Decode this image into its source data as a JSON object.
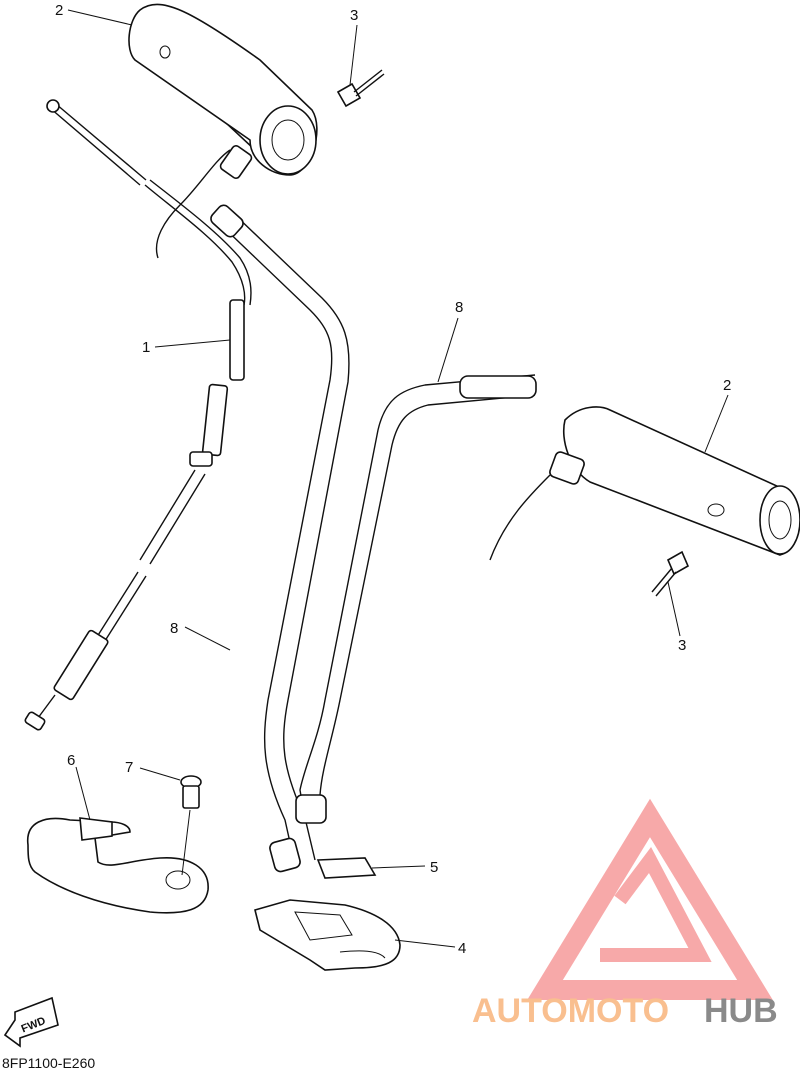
{
  "diagram": {
    "drawing_code": "8FP1100-E260",
    "fwd_label": "FWD",
    "callouts": [
      "1",
      "2",
      "2",
      "3",
      "3",
      "4",
      "5",
      "6",
      "7",
      "8",
      "8"
    ],
    "watermark": {
      "text_a": "AUTOMOTO",
      "text_b": "HUB",
      "color_a": "#f9bf8f",
      "color_b": "#8a8a8a",
      "logo_color": "#f7a0a0"
    }
  }
}
